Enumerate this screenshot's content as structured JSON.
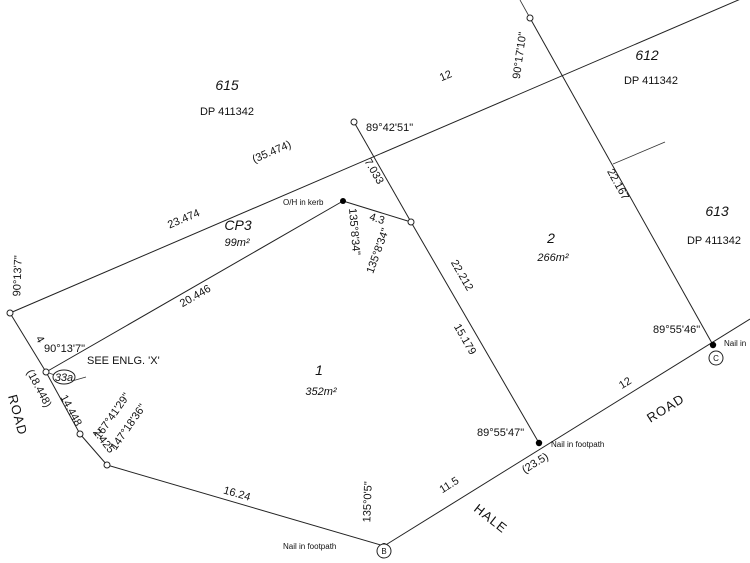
{
  "lots": {
    "lot_615": {
      "number": "615",
      "dp": "DP 411342"
    },
    "lot_612": {
      "number": "612",
      "dp": "DP 411342"
    },
    "lot_613": {
      "number": "613",
      "dp": "DP 411342"
    },
    "cp3": {
      "name": "CP3",
      "area": "99m²"
    },
    "lot_2": {
      "number": "2",
      "area": "266m²"
    },
    "lot_1": {
      "number": "1",
      "area": "352m²"
    }
  },
  "roads": {
    "road_left": "ROAD",
    "road_right": "ROAD",
    "hale": "HALE"
  },
  "dimensions": {
    "d12_top": "12",
    "d35474": "(35.474)",
    "d23474": "23.474",
    "d20446": "20.446",
    "d7033": "7.033",
    "d43": "4.3",
    "d22212": "22.212",
    "d15179": "15.179",
    "d22167": "22.167",
    "d12_right": "12",
    "d115": "11.5",
    "d235": "(23.5)",
    "d1624": "16.24",
    "d4": "4",
    "d18448": "(18.448)",
    "d14448": "14.448",
    "d2425": "2.425"
  },
  "bearings": {
    "b_top_right": "90°17'10\"",
    "b_top_mid": "89°42'51\"",
    "b_left_top": "90°13'7\"",
    "b_left_mid": "90°13'7\"",
    "b_oh1": "135°8'34\"",
    "b_oh2": "135°8'34\"",
    "b_right": "89°55'46\"",
    "b_mid": "89°55'47\"",
    "b_bottom": "135°0'5\"",
    "b_curve1": "167°41'29\"",
    "b_curve2": "147°18'36\""
  },
  "notes": {
    "oh_kerb": "O/H in kerb",
    "see_enlg": "SEE ENLG. 'X'",
    "marker_33a": "33a",
    "nail_footpath_mid": "Nail in footpath",
    "nail_footpath_bottom": "Nail in footpath",
    "nail_right": "Nail in",
    "marker_b": "B",
    "marker_c": "C"
  },
  "colors": {
    "line": "#222222",
    "background": "#ffffff"
  }
}
